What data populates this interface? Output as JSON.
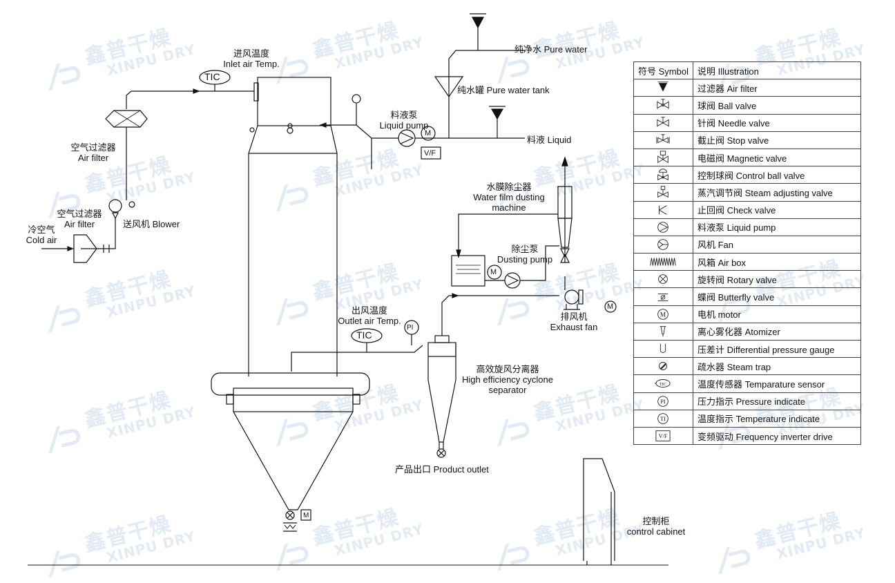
{
  "watermark": {
    "cn": "鑫普干燥",
    "en": "XINPU DRY"
  },
  "labels": {
    "inlet_temp": "进风温度\nInlet air Temp.",
    "pure_water": "纯净水 Pure water",
    "pure_water_tank": "纯水罐 Pure water tank",
    "liquid_pump": "料液泵\nLiquid pump",
    "liquid": "料液 Liquid",
    "air_filter_top": "空气过滤器\nAir filter",
    "air_filter_bottom": "空气过滤器\nAir filter",
    "blower": "送风机 Blower",
    "cold_air": "冷空气\nCold air",
    "water_film": "水膜除尘器\nWater film dusting\nmachine",
    "dusting_pump": "除尘泵\nDusting pump",
    "exhaust_fan": "排风机\nExhaust fan",
    "outlet_temp": "出风温度\nOutlet air Temp.",
    "cyclone": "高效旋风分离器\nHigh efficiency cyclone\nseparator",
    "product_outlet": "产品出口 Product outlet",
    "control_cabinet": "控制柜\ncontrol cabinet",
    "tic": "TIC",
    "pi": "PI",
    "m": "M",
    "vf": "V/F"
  },
  "legend": {
    "header_symbol": "符号 Symbol",
    "header_illustration": "说明 Illustration",
    "rows": [
      {
        "icon": "air-filter-icon",
        "text": "过滤器 Air filter"
      },
      {
        "icon": "ball-valve-icon",
        "text": "球阀 Ball valve"
      },
      {
        "icon": "needle-valve-icon",
        "text": "针阀 Needle valve"
      },
      {
        "icon": "stop-valve-icon",
        "text": "截止阀 Stop valve"
      },
      {
        "icon": "magnetic-valve-icon",
        "text": "电磁阀 Magnetic valve"
      },
      {
        "icon": "control-ball-valve-icon",
        "text": "控制球阀 Control ball valve"
      },
      {
        "icon": "steam-adjusting-valve-icon",
        "text": "蒸汽调节阀 Steam adjusting valve"
      },
      {
        "icon": "check-valve-icon",
        "text": "止回阀 Check valve"
      },
      {
        "icon": "liquid-pump-icon",
        "text": "料液泵 Liquid pump"
      },
      {
        "icon": "fan-icon",
        "text": "风机 Fan"
      },
      {
        "icon": "air-box-icon",
        "text": "风箱 Air box"
      },
      {
        "icon": "rotary-valve-icon",
        "text": "旋转阀 Rotary valve"
      },
      {
        "icon": "butterfly-valve-icon",
        "text": "蝶阀 Butterfly valve"
      },
      {
        "icon": "motor-icon",
        "text": "电机 motor"
      },
      {
        "icon": "atomizer-icon",
        "text": "离心雾化器 Atomizer"
      },
      {
        "icon": "differential-pressure-gauge-icon",
        "text": "压差计 Differential pressure gauge"
      },
      {
        "icon": "steam-trap-icon",
        "text": "疏水器 Steam trap"
      },
      {
        "icon": "temperature-sensor-icon",
        "text": "温度传感器 Temparature sensor"
      },
      {
        "icon": "pressure-indicate-icon",
        "text": "压力指示 Pressure indicate"
      },
      {
        "icon": "temperature-indicate-icon",
        "text": "温度指示 Temperature indicate"
      },
      {
        "icon": "frequency-inverter-icon",
        "text": "变频驱动 Frequency inverter drive"
      }
    ]
  }
}
